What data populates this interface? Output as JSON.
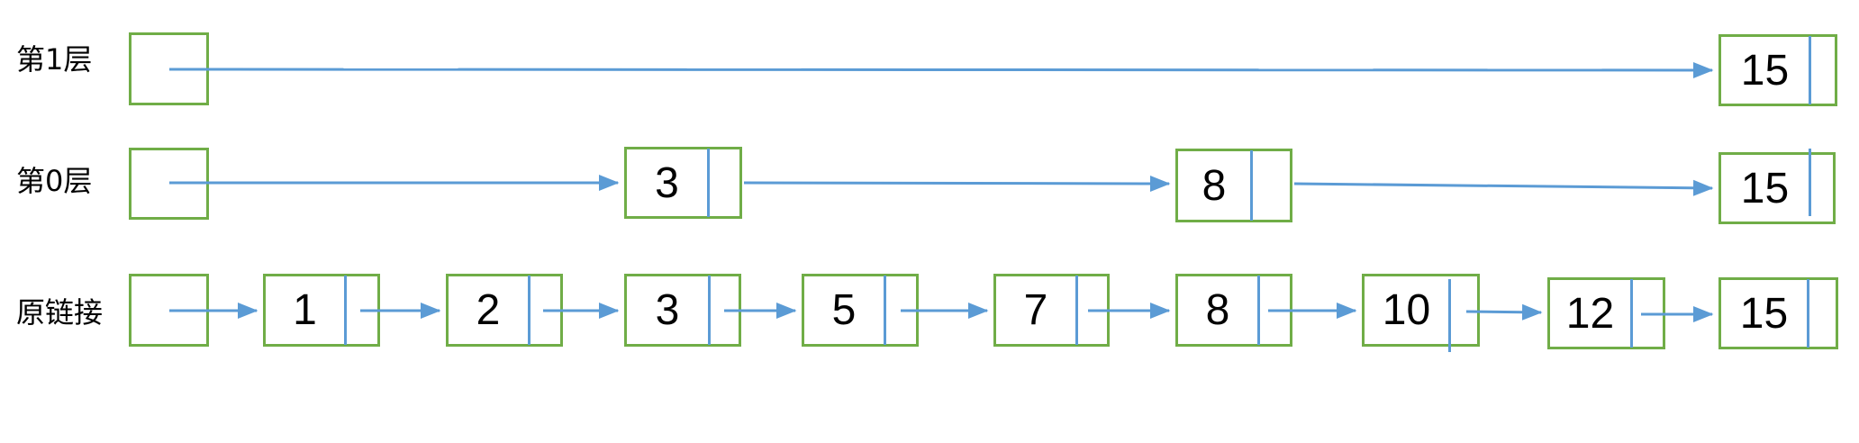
{
  "colors": {
    "box_border": "#70AD47",
    "arrow": "#5B9BD5",
    "divider": "#5B9BD5",
    "text": "#000000",
    "background": "#FFFFFF"
  },
  "diagram": {
    "type": "skip-list linked-list diagram",
    "rows": [
      {
        "label": "第1层",
        "values": [
          "15"
        ]
      },
      {
        "label": "第0层",
        "values": [
          "3",
          "8",
          "15"
        ]
      },
      {
        "label": "原链接",
        "values": [
          "1",
          "2",
          "3",
          "5",
          "7",
          "8",
          "10",
          "12",
          "15"
        ]
      }
    ]
  }
}
